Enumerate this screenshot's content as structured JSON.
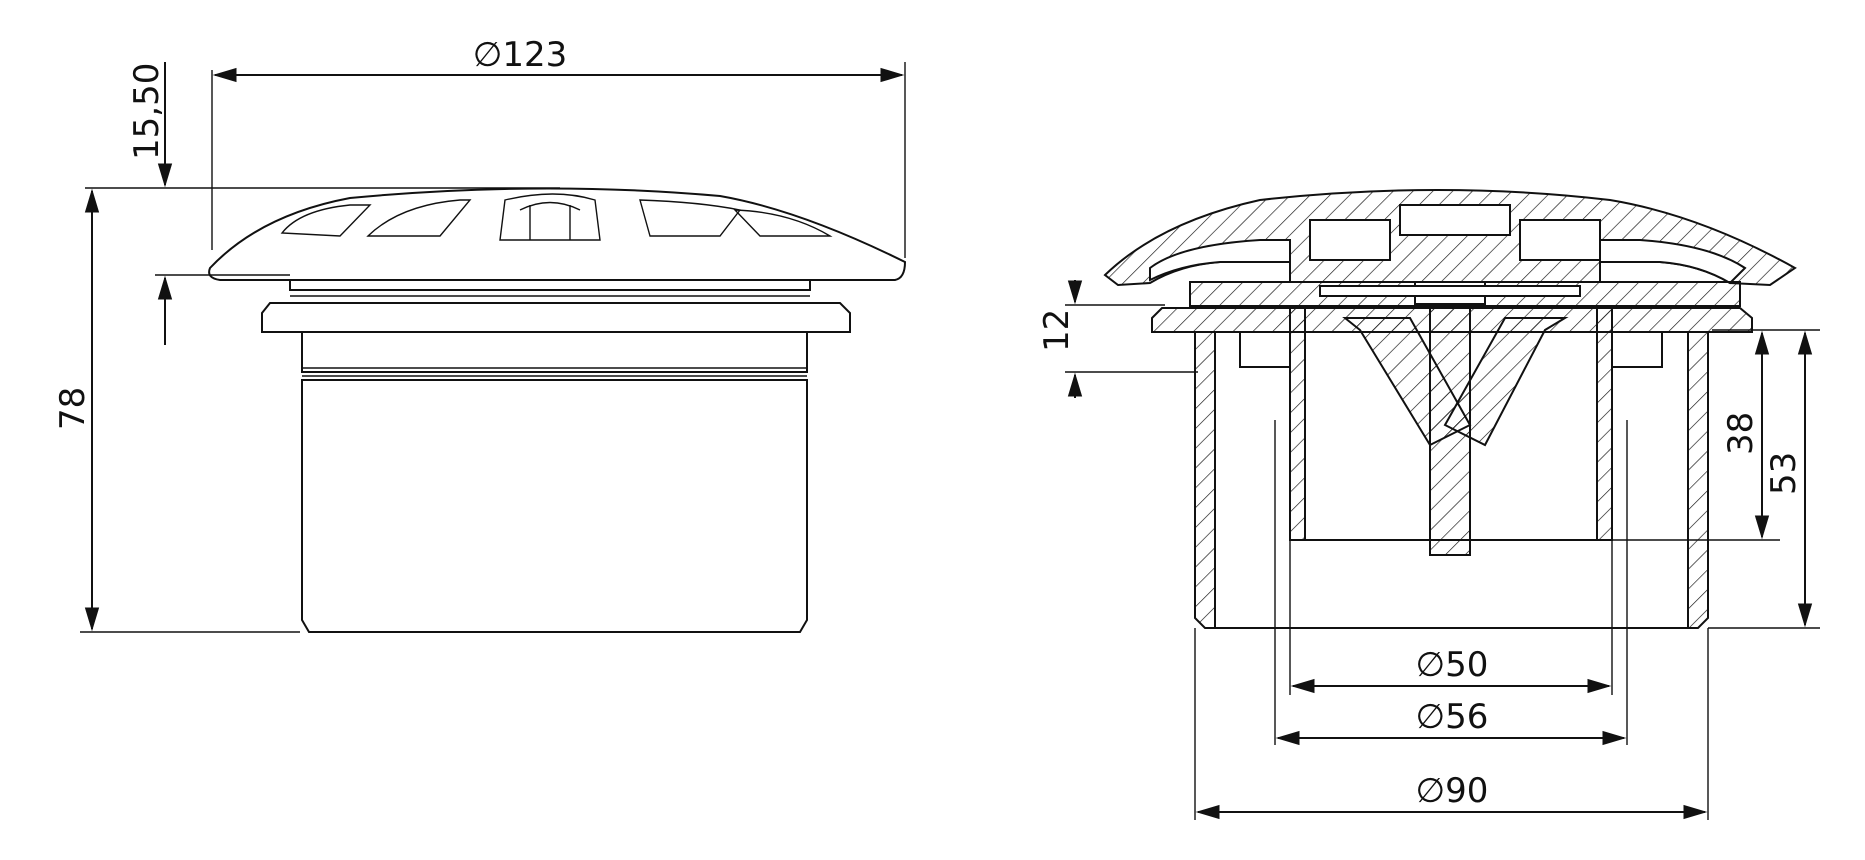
{
  "dimensions": {
    "top_diameter": "123",
    "grate_height": "15,50",
    "total_height": "78",
    "inlet_offset": "12",
    "inner_depth": "38",
    "outer_depth": "53",
    "inner_diameter_50": "50",
    "inner_diameter_56": "56",
    "outer_diameter_90": "90"
  },
  "symbols": {
    "diameter": "∅"
  }
}
